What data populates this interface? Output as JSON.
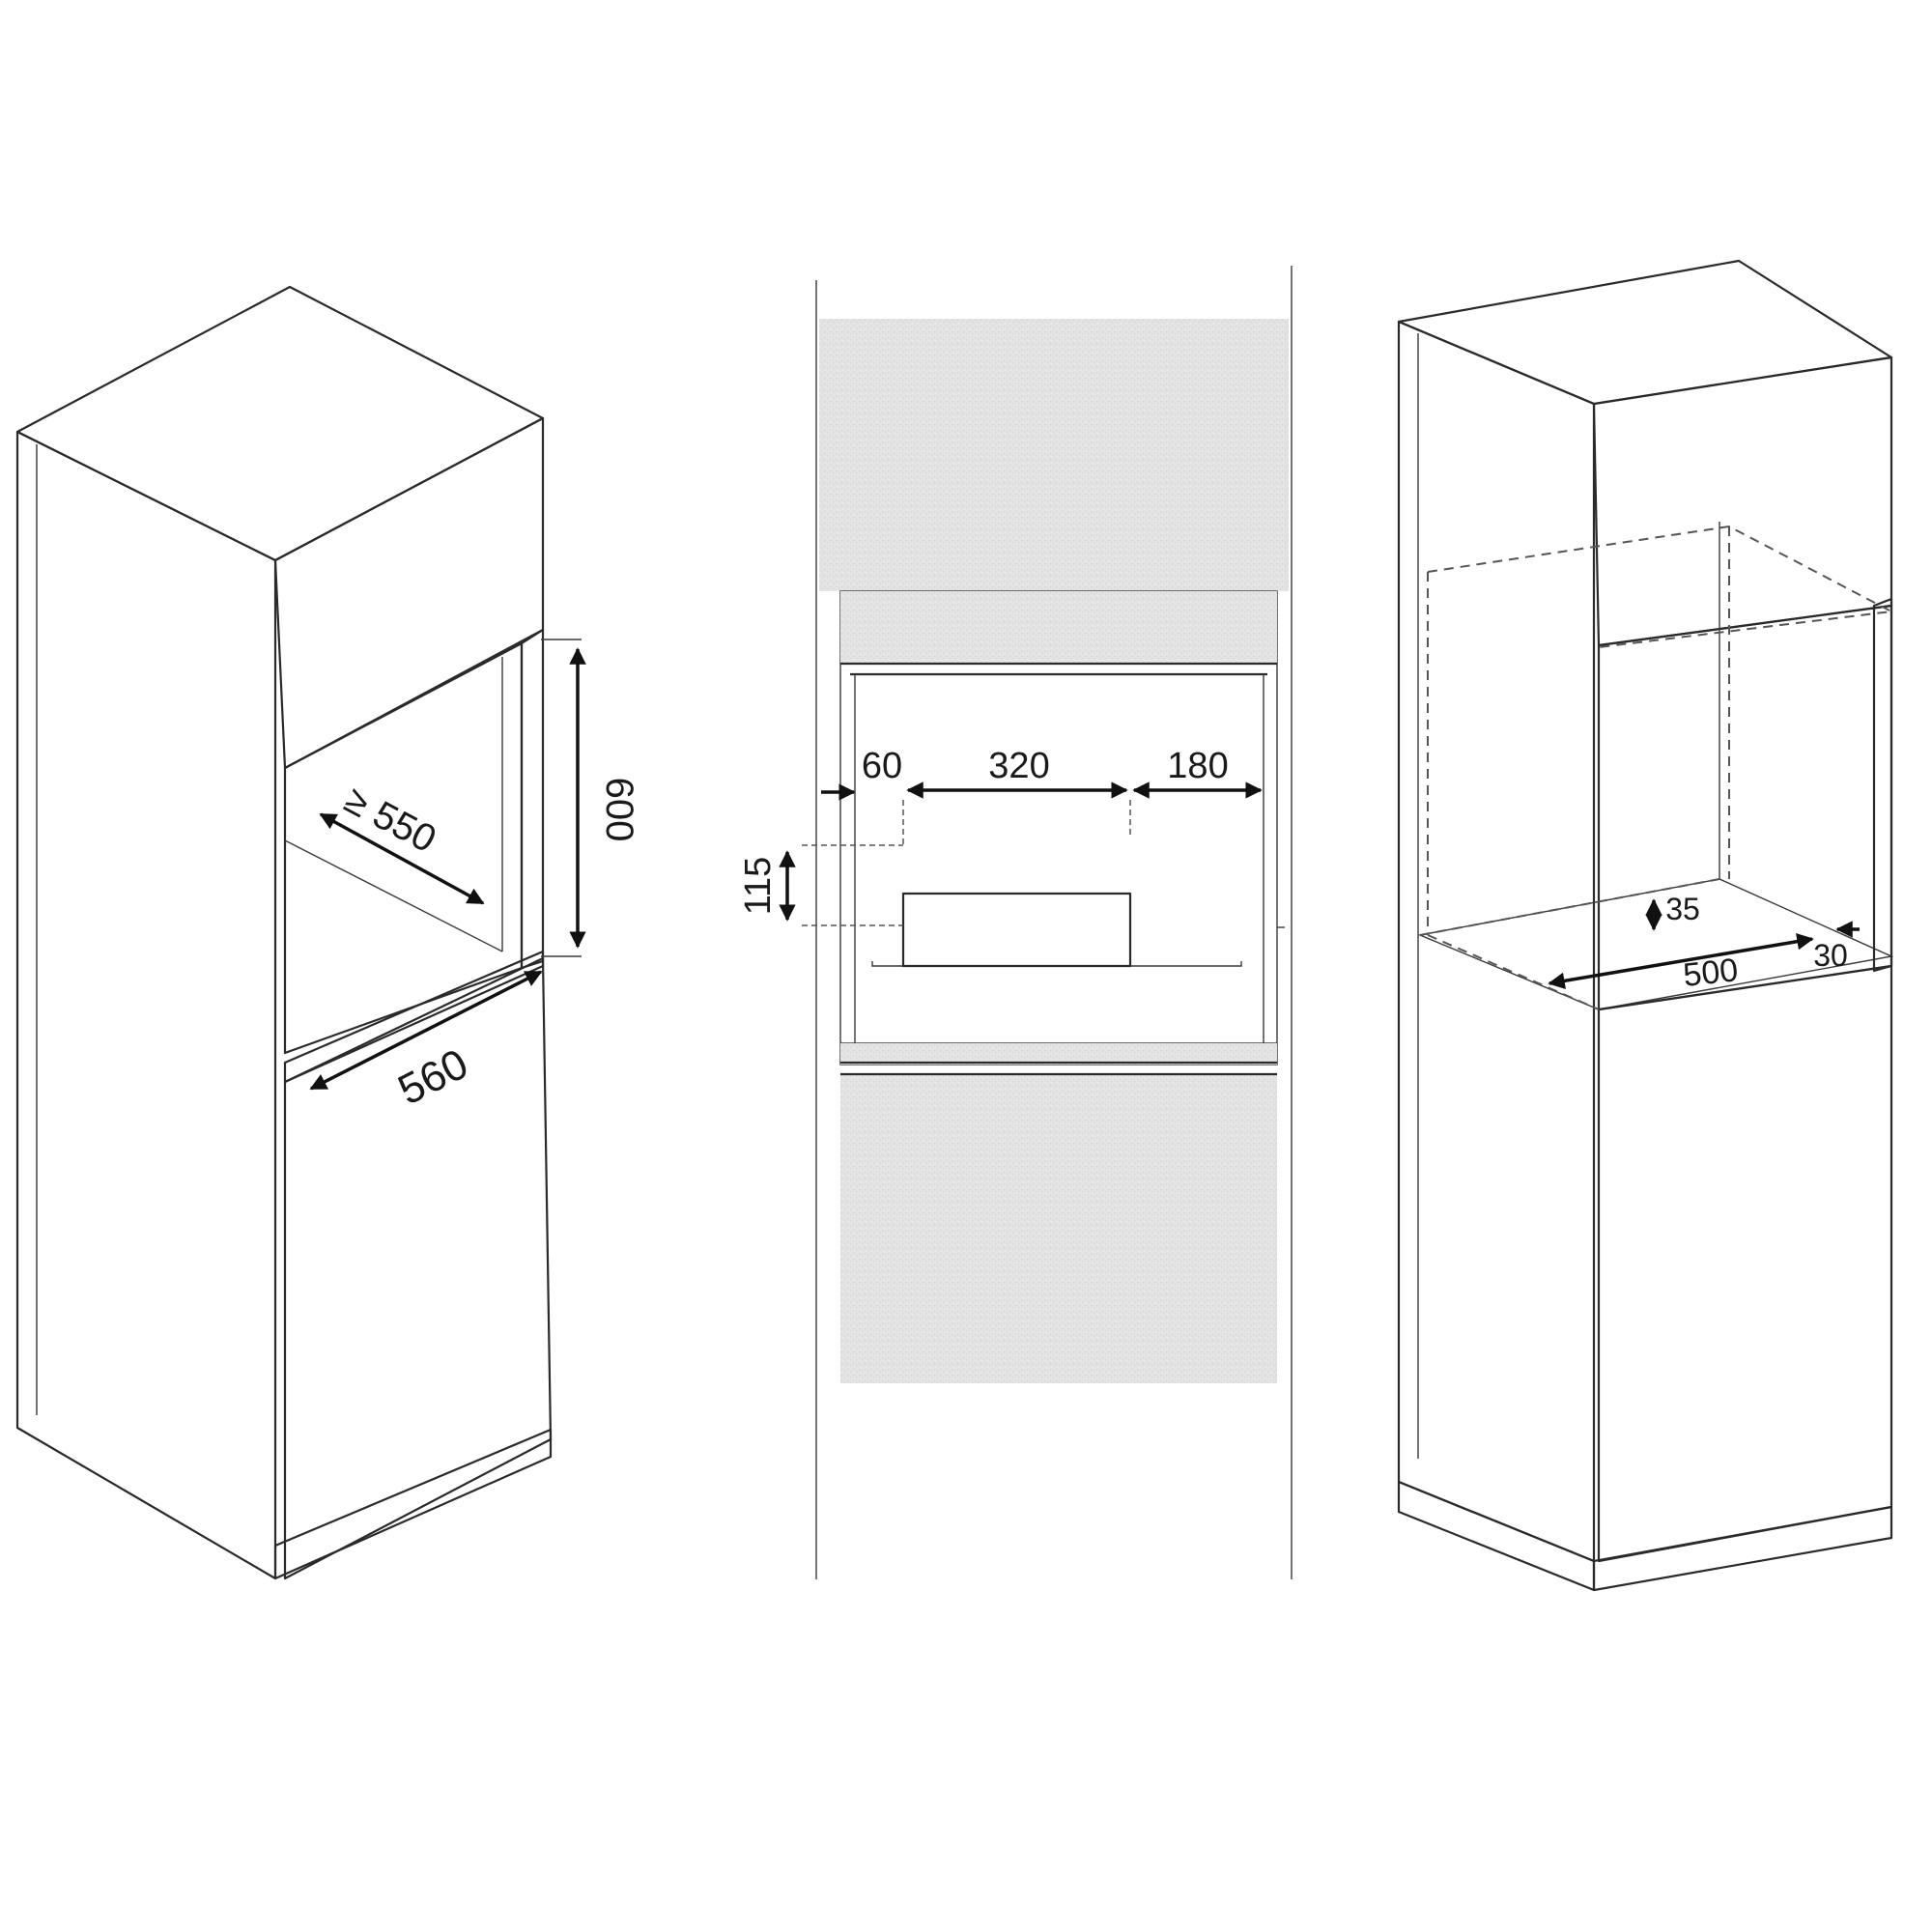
{
  "figure": {
    "left_cabinet": {
      "depth_label": "≥ 550",
      "height_label": "600",
      "width_label": "560"
    },
    "front_view": {
      "left_offset_label": "60",
      "cutout_width_label": "320",
      "right_offset_label": "180",
      "cutout_height_label": "115"
    },
    "right_cabinet": {
      "depth_label": "500",
      "gap_label": "35",
      "rear_label": "30"
    }
  }
}
